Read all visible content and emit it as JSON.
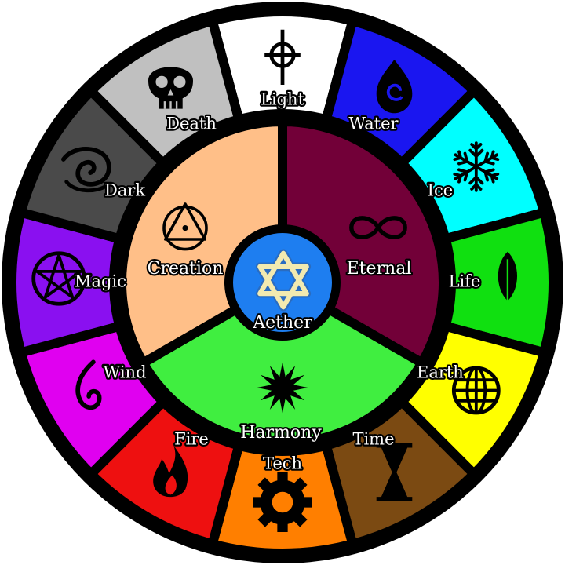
{
  "outer_ring": [
    {
      "id": "light",
      "label": "Light",
      "color": "#ffffff",
      "icon": "celtic-cross-icon"
    },
    {
      "id": "water",
      "label": "Water",
      "color": "#1a16f0",
      "icon": "water-drop-icon"
    },
    {
      "id": "ice",
      "label": "Ice",
      "color": "#00ffff",
      "icon": "snowflake-icon"
    },
    {
      "id": "life",
      "label": "Life",
      "color": "#10e010",
      "icon": "leaf-icon"
    },
    {
      "id": "earth",
      "label": "Earth",
      "color": "#ffff00",
      "icon": "globe-icon"
    },
    {
      "id": "time",
      "label": "Time",
      "color": "#7b4a12",
      "icon": "hourglass-icon"
    },
    {
      "id": "tech",
      "label": "Tech",
      "color": "#ff7f00",
      "icon": "gear-icon"
    },
    {
      "id": "fire",
      "label": "Fire",
      "color": "#ee1010",
      "icon": "flame-icon"
    },
    {
      "id": "wind",
      "label": "Wind",
      "color": "#e000f0",
      "icon": "wind-swirl-icon"
    },
    {
      "id": "magic",
      "label": "Magic",
      "color": "#8a10f0",
      "icon": "pentagram-icon"
    },
    {
      "id": "dark",
      "label": "Dark",
      "color": "#4a4a4a",
      "icon": "spiral-icon"
    },
    {
      "id": "death",
      "label": "Death",
      "color": "#c0c0c0",
      "icon": "skull-icon"
    }
  ],
  "inner_ring": [
    {
      "id": "eternal",
      "label": "Eternal",
      "color": "#720038",
      "icon": "infinity-icon"
    },
    {
      "id": "harmony",
      "label": "Harmony",
      "color": "#40ee40",
      "icon": "sun-star-icon"
    },
    {
      "id": "creation",
      "label": "Creation",
      "color": "#ffbf88",
      "icon": "triangle-circle-icon"
    }
  ],
  "center": {
    "label": "Aether",
    "color": "#1e7ef0",
    "icon": "hexagram-icon",
    "icon_color": "#f2eab0"
  }
}
